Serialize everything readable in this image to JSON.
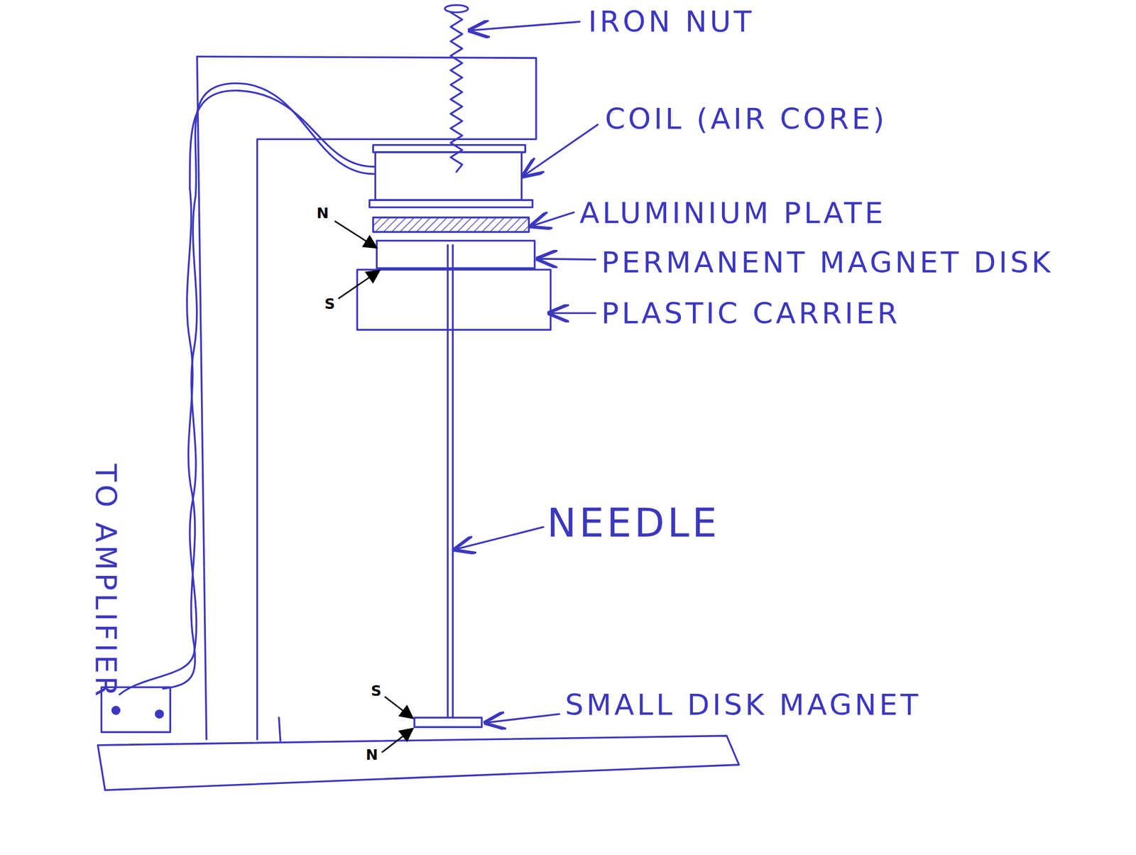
{
  "diagram": {
    "labels": [
      "IRON NUT",
      "COIL (AIR CORE)",
      "ALUMINIUM PLATE",
      "PERMANENT MAGNET DISK",
      "PLASTIC CARRIER",
      "NEEDLE",
      "SMALL DISK MAGNET",
      "TO AMPLIFIER",
      "N",
      "S",
      "S",
      "N"
    ]
  }
}
